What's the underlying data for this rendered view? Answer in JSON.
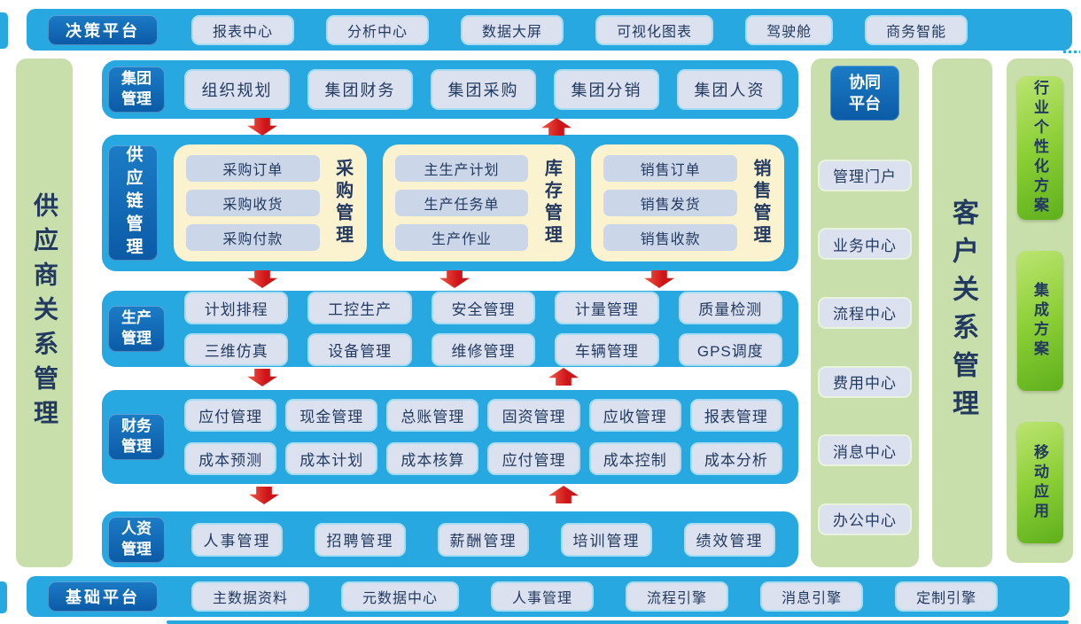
{
  "topbar": {
    "badge": "决策平台",
    "items": [
      "报表中心",
      "分析中心",
      "数据大屏",
      "可视化图表",
      "驾驶舱",
      "商务智能"
    ]
  },
  "bottombar": {
    "badge": "基础平台",
    "items": [
      "主数据资料",
      "元数据中心",
      "人事管理",
      "流程引擎",
      "消息引擎",
      "定制引擎"
    ]
  },
  "left_panel": {
    "label": "供应商关系管理"
  },
  "crm_panel": {
    "label": "客户关系管理"
  },
  "group_row": {
    "badge": "集团管理",
    "items": [
      "组织规划",
      "集团财务",
      "集团采购",
      "集团分销",
      "集团人资"
    ]
  },
  "scm_row": {
    "badge": "供应链管理",
    "groups": [
      {
        "label": "采购管理",
        "items": [
          "采购订单",
          "采购收货",
          "采购付款"
        ]
      },
      {
        "label": "库存管理",
        "items": [
          "主生产计划",
          "生产任务单",
          "生产作业"
        ]
      },
      {
        "label": "销售管理",
        "items": [
          "销售订单",
          "销售发货",
          "销售收款"
        ]
      }
    ]
  },
  "production_row": {
    "badge": "生产管理",
    "row1": [
      "计划排程",
      "工控生产",
      "安全管理",
      "计量管理",
      "质量检测"
    ],
    "row2": [
      "三维仿真",
      "设备管理",
      "维修管理",
      "车辆管理",
      "GPS调度"
    ]
  },
  "finance_row": {
    "badge": "财务管理",
    "row1": [
      "应付管理",
      "现金管理",
      "总账管理",
      "固资管理",
      "应收管理",
      "报表管理"
    ],
    "row2": [
      "成本预测",
      "成本计划",
      "成本核算",
      "应付管理",
      "成本控制",
      "成本分析"
    ]
  },
  "hr_row": {
    "badge": "人资管理",
    "items": [
      "人事管理",
      "招聘管理",
      "薪酬管理",
      "培训管理",
      "绩效管理"
    ]
  },
  "collab_panel": {
    "badge": "协同平台",
    "items": [
      "管理门户",
      "业务中心",
      "流程中心",
      "费用中心",
      "消息中心",
      "办公中心"
    ]
  },
  "solutions_panel": {
    "items": [
      "行业个性化方案",
      "集成方案",
      "移动应用"
    ]
  },
  "colors": {
    "primary_blue": "#27a8e0",
    "badge_blue_top": "#1c7cc6",
    "badge_blue_bottom": "#0b5aa6",
    "panel_green": "#c9dfab",
    "cream": "#fbf2cf",
    "module_gray": "#dbe1ee",
    "module_blue": "#cbd7e9",
    "solution_green": "#8ccf36",
    "arrow_red": "#cf1418",
    "text_navy": "#233a60"
  }
}
